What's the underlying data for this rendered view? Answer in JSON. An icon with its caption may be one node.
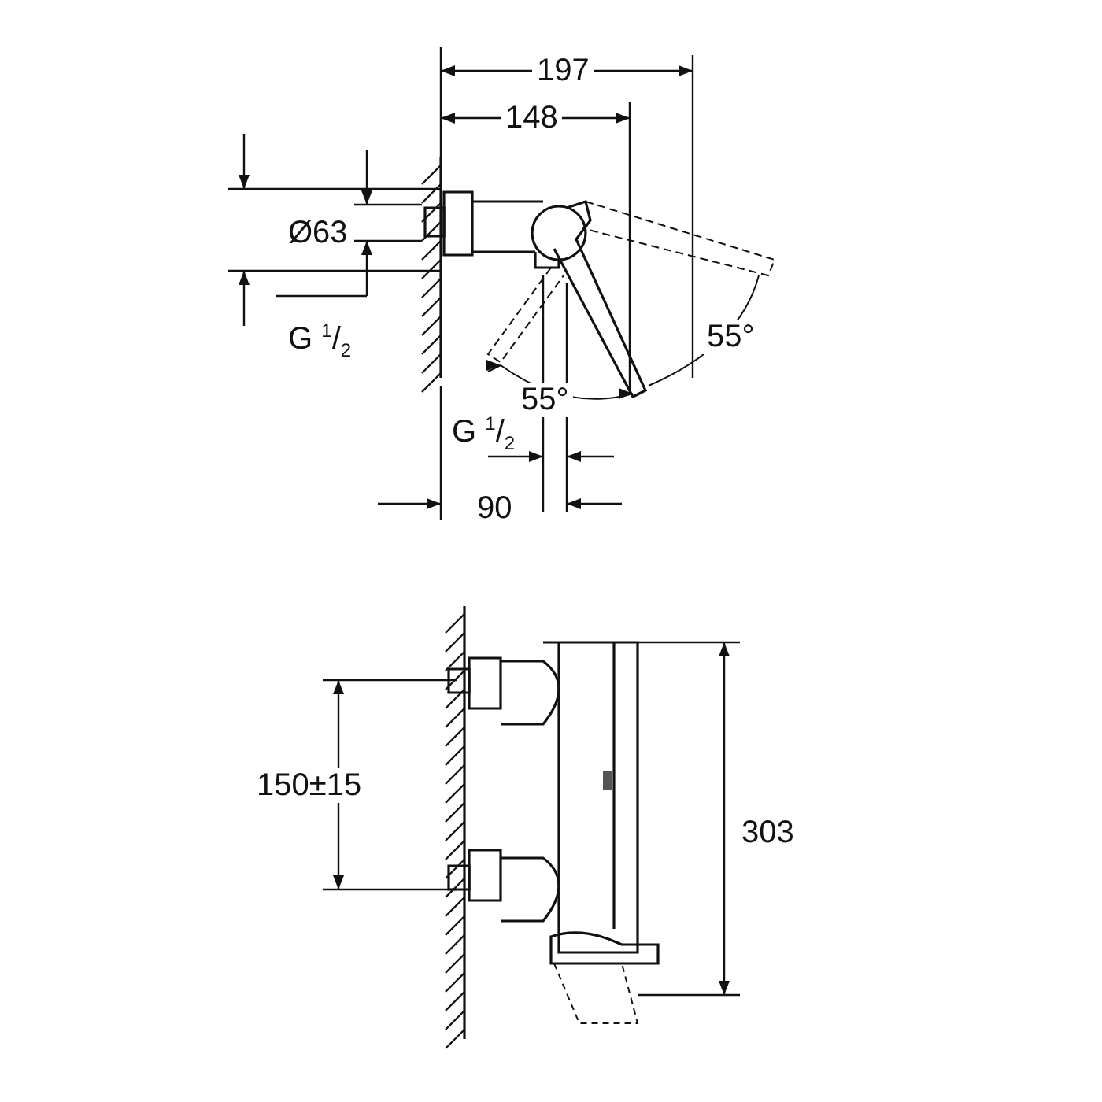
{
  "diagram": {
    "labels": [
      "197",
      "148",
      "Ø63",
      "55°",
      "G $^{1}$/$_{2}$",
      "55°",
      "G $^{1}$/$_{2}$",
      "90",
      "150±15",
      "303"
    ]
  }
}
